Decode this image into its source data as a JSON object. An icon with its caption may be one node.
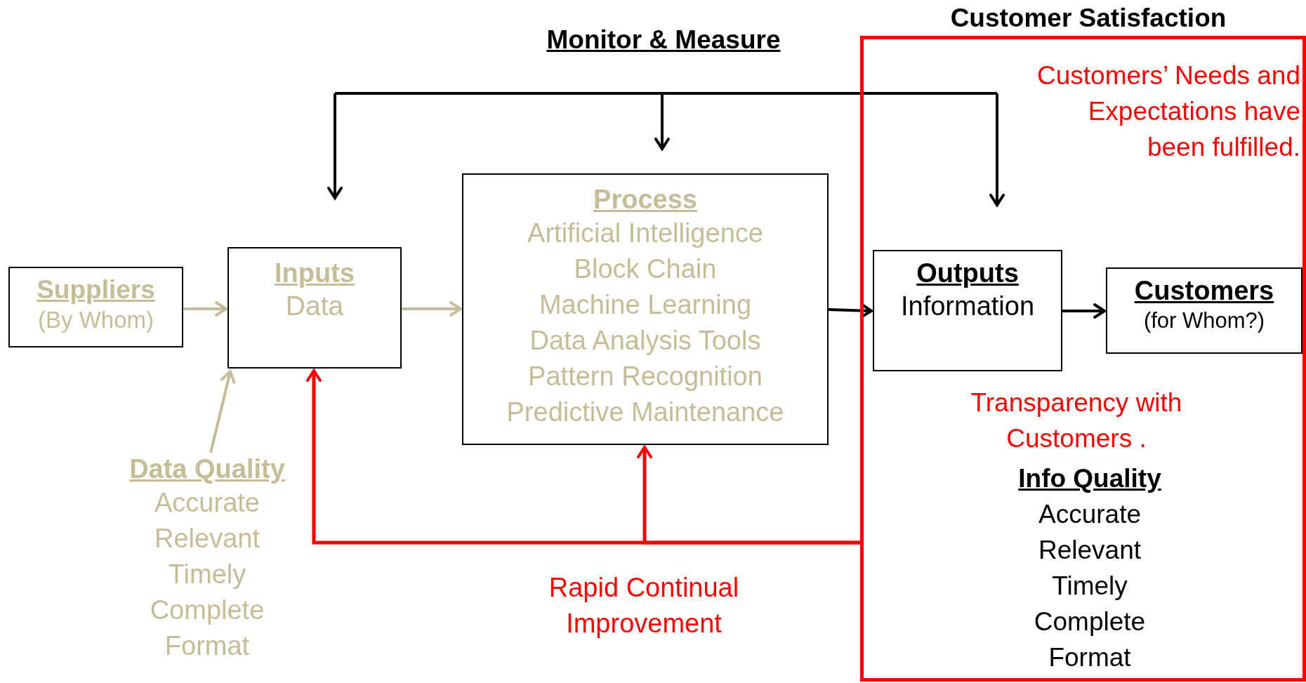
{
  "diagram": {
    "nodes": [
      {
        "text": [
          "Suppliers",
          "(By Whom)"
        ]
      },
      {
        "text": [
          "Inputs",
          "Data"
        ]
      },
      {
        "text": [
          "Process",
          "Artificial Intelligence",
          "Block Chain",
          "Machine Learning",
          "Data Analysis Tools",
          "Pattern Recognition",
          "Predictive Maintenance"
        ]
      },
      {
        "text": [
          "Customer Satisfaction",
          "Customers’ Needs and Expectations have been fulfilled.",
          "Transparency with Customers .",
          "Info Quality",
          "Accurate",
          "Relevant",
          "Timely",
          "Complete",
          "Format"
        ]
      },
      {
        "text": [
          "Outputs",
          "Information"
        ],
        "in": 3
      },
      {
        "text": [
          "Customers",
          "(for Whom?)"
        ],
        "in": 3
      },
      {
        "text": [
          "Data Quality",
          "Accurate",
          "Relevant",
          "Timely",
          "Complete",
          "Format"
        ]
      }
    ],
    "edges": [
      {
        "from": 0,
        "to": 1,
        "arrow": "to",
        "color": "#c4bd97"
      },
      {
        "from": 1,
        "to": 2,
        "arrow": "to",
        "color": "#c4bd97"
      },
      {
        "from": 2,
        "to": 4,
        "arrow": "to"
      },
      {
        "from": 4,
        "to": 5,
        "arrow": "to"
      },
      {
        "from": 6,
        "to": 1,
        "arrow": "to",
        "color": "#c4bd97"
      },
      {
        "from": 3,
        "to": 1,
        "arrow": "to",
        "color": "#ff0000"
      },
      {
        "from": 3,
        "to": 2,
        "arrow": "to",
        "color": "#ff0000"
      },
      {
        "from": null,
        "to": 1,
        "arrow": "to"
      },
      {
        "from": null,
        "to": 2,
        "arrow": "to"
      },
      {
        "from": null,
        "to": 4,
        "arrow": "to"
      }
    ],
    "labels": [
      "Monitor & Measure",
      "Rapid Continual Improvement"
    ]
  }
}
